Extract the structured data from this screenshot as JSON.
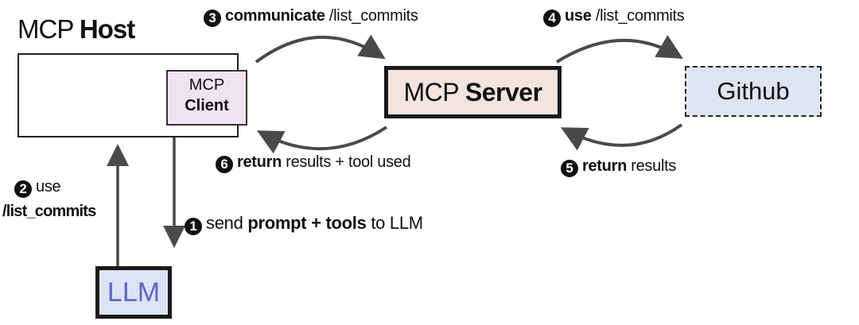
{
  "host": {
    "title_regular": "MCP",
    "title_bold": "Host"
  },
  "client": {
    "line1": "MCP",
    "line2": "Client",
    "fill": "#f1e2ef"
  },
  "server": {
    "label_regular": "MCP",
    "label_bold": "Server",
    "fill": "#f3e4df"
  },
  "github": {
    "label": "Github",
    "fill": "#dee5f1"
  },
  "llm": {
    "label": "LLM",
    "fill": "#dde2f4",
    "text_color": "#5a68be"
  },
  "steps": [
    {
      "num": "1",
      "pre": "send",
      "bold1": "prompt",
      "mid": "+",
      "bold2": "tools",
      "post": "to LLM"
    },
    {
      "num": "2",
      "text": "use",
      "bold": "/list_commits"
    },
    {
      "num": "3",
      "bold": "communicate",
      "text": "/list_commits"
    },
    {
      "num": "4",
      "bold": "use",
      "text": "/list_commits"
    },
    {
      "num": "5",
      "bold": "return",
      "text": "results"
    },
    {
      "num": "6",
      "bold": "return",
      "text": "results + tool used"
    }
  ]
}
